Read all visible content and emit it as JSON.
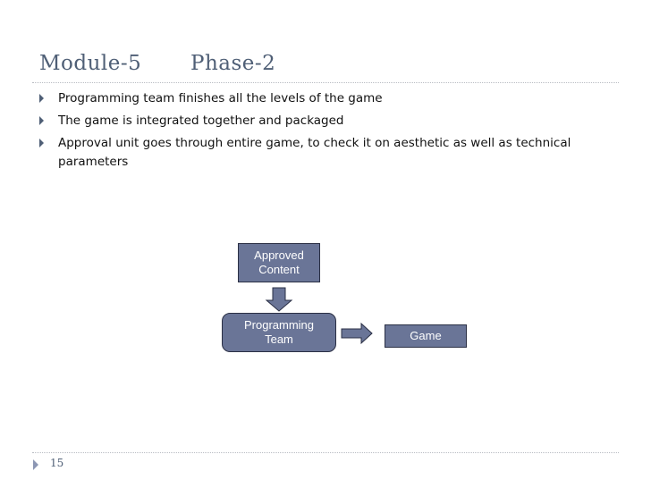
{
  "title": {
    "module": "Module-5",
    "phase": "Phase-2"
  },
  "bullets": [
    "Programming team finishes all the levels of the game",
    "The game is integrated together and packaged",
    "Approval unit goes through entire game, to check it on aesthetic as well as technical parameters"
  ],
  "diagram": {
    "approved_content": "Approved Content",
    "programming_team": "Programming Team",
    "game": "Game"
  },
  "footer": {
    "page_number": "15"
  },
  "colors": {
    "box_fill": "#6a7597",
    "title": "#4f5f76"
  }
}
